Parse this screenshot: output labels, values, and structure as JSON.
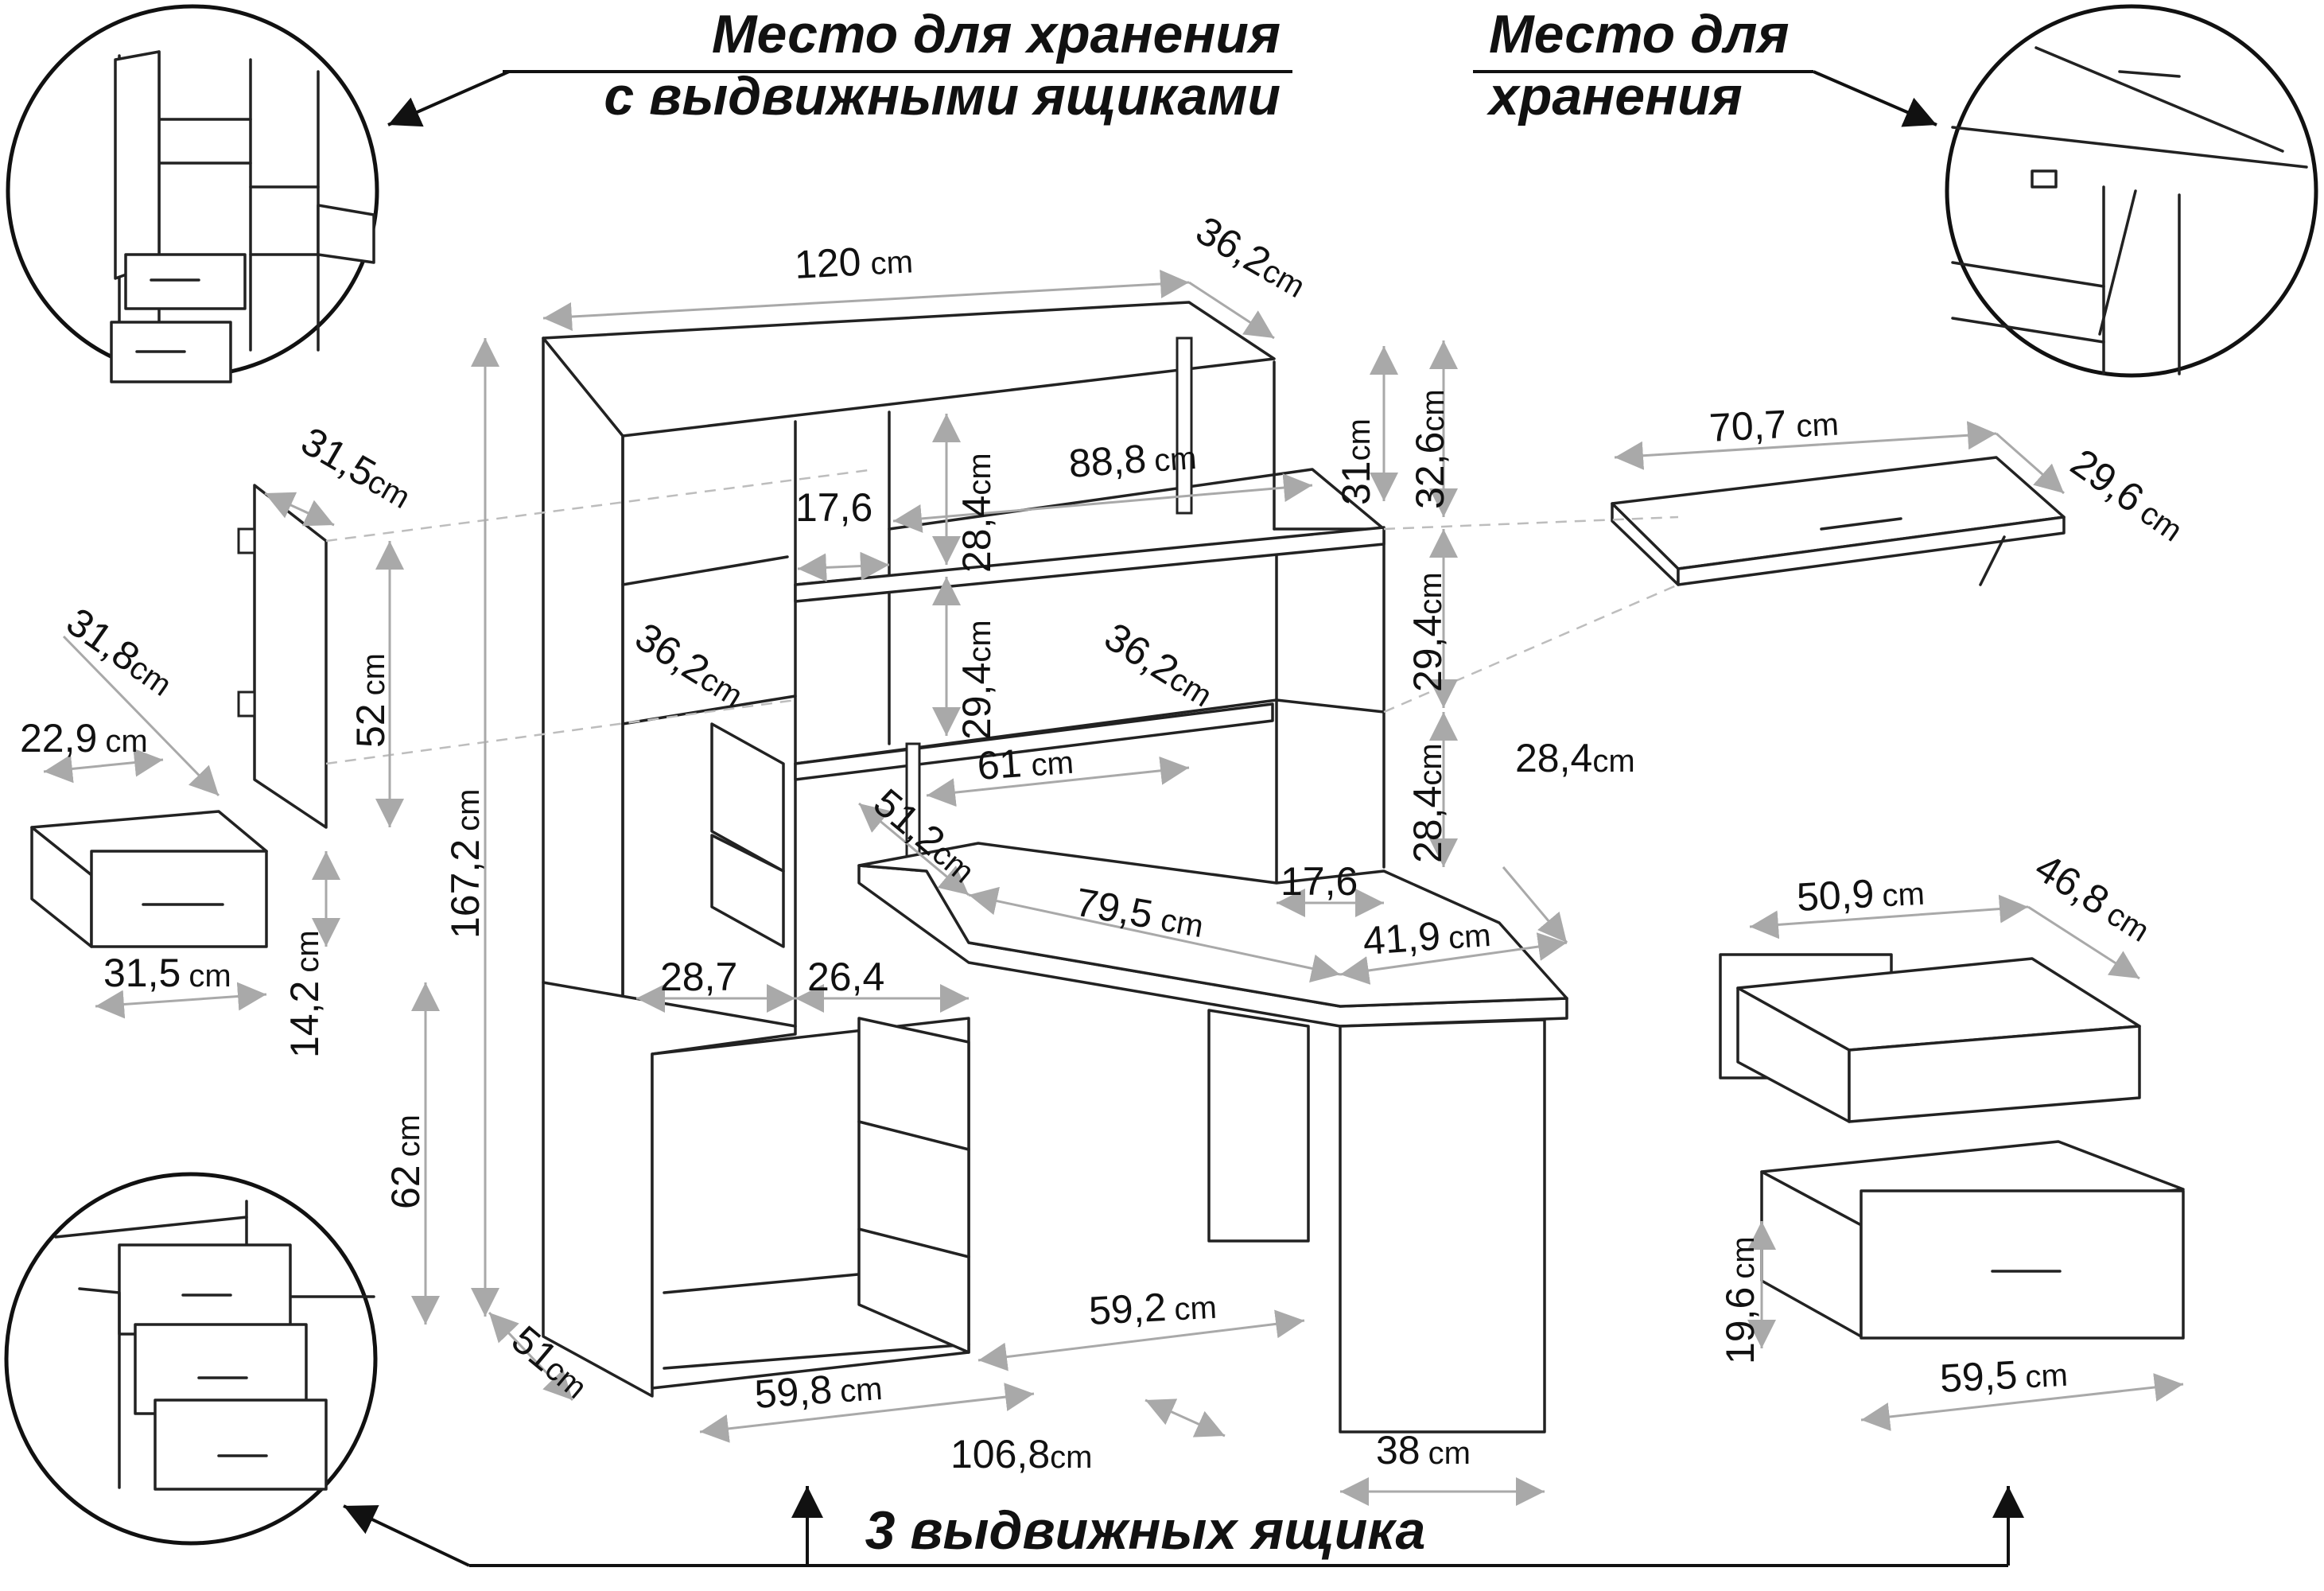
{
  "callouts": {
    "drawer_storage": {
      "line1": "Место для хранения",
      "line2": "с выдвижными ящиками"
    },
    "storage": {
      "line1": "Место для",
      "line2": "хранения"
    },
    "three_drawers": "3 выдвижных ящика"
  },
  "unit": "cm",
  "dimensions": {
    "top_width": "120",
    "top_depth": "36,2",
    "total_height": "167,2",
    "upper_shelf_h": "32,6",
    "niche_h": "31",
    "mid_shelf_h": "29,4",
    "lower_shelf_h": "28,4",
    "shelf_width": "88,8",
    "partition_w": "17,6",
    "partition_h1": "28,4",
    "partition_h2": "29,4",
    "inner_depth_left": "36,2",
    "inner_depth_right": "36,2",
    "desk_return_depth": "51,2",
    "inner_span": "61",
    "desk_top_length": "79,5",
    "desk_end_width": "41,9",
    "desk_corner_depth": "28,4",
    "right_partition_w": "17,6",
    "niche_left": "28,7",
    "niche_right": "26,4",
    "desk_height": "62",
    "cabinet_depth": "51",
    "cabinet_width": "59,8",
    "desk_total_width": "106,8",
    "leg_span": "59,2",
    "leg_width": "38",
    "door_depth": "31,5",
    "door_height": "52",
    "small_drawer_depth": "31,8",
    "small_drawer_inner": "22,9",
    "small_drawer_width": "31,5",
    "small_drawer_height": "14,2",
    "flap_width": "70,7",
    "flap_depth": "29,6",
    "big_drawer_inner": "50,9",
    "big_drawer_depth": "46,8",
    "big_drawer_height": "19,6",
    "big_drawer_width": "59,5"
  }
}
